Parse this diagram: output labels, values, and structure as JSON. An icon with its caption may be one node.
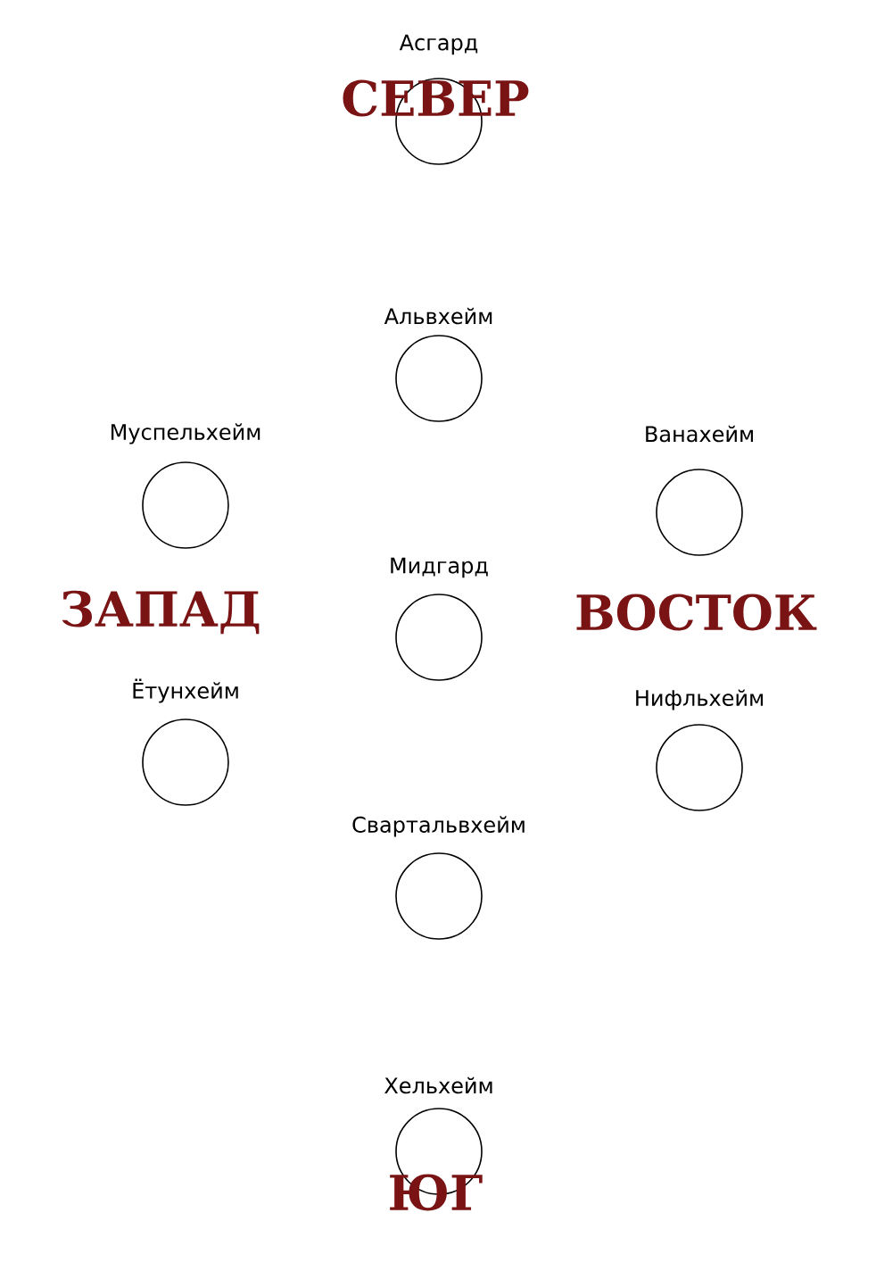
{
  "diagram": {
    "nodes": [
      {
        "text": [
          "Асгард"
        ]
      },
      {
        "text": [
          "Альвхейм"
        ]
      },
      {
        "text": [
          "Муспельхейм"
        ]
      },
      {
        "text": [
          "Ванахейм"
        ]
      },
      {
        "text": [
          "Мидгард"
        ]
      },
      {
        "text": [
          "Ётунхейм"
        ]
      },
      {
        "text": [
          "Нифльхейм"
        ]
      },
      {
        "text": [
          "Свартальвхейм"
        ]
      },
      {
        "text": [
          "Хельхейм"
        ]
      }
    ],
    "labels": [
      "СЕВЕР",
      "ЗАПАД",
      "ВОСТОК",
      "ЮГ"
    ]
  }
}
